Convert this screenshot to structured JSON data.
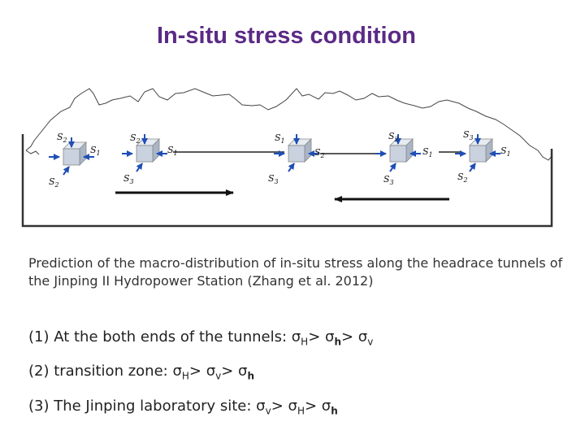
{
  "title": "In-situ stress condition",
  "caption": "Prediction of the macro-distribution of in-situ stress along the headrace tunnels of the Jinping II Hydropower Station (Zhang et al. 2012)",
  "conditions": [
    {
      "prefix": "(1) At the both ends of the tunnels: ",
      "terms": [
        {
          "sym": "σ",
          "sub": "H"
        },
        {
          "op": ">"
        },
        {
          "sym": "σ",
          "sub": "h",
          "bold": true
        },
        {
          "op": ">"
        },
        {
          "sym": "σ",
          "sub": "v"
        }
      ]
    },
    {
      "prefix": "(2) transition zone: ",
      "terms": [
        {
          "sym": "σ",
          "sub": "H"
        },
        {
          "op": ">"
        },
        {
          "sym": "σ",
          "sub": "v"
        },
        {
          "op": ">"
        },
        {
          "sym": "σ",
          "sub": "h",
          "bold": true
        }
      ]
    },
    {
      "prefix": "(3) The Jinping laboratory site: ",
      "terms": [
        {
          "sym": "σ",
          "sub": "v"
        },
        {
          "op": ">"
        },
        {
          "sym": "σ",
          "sub": "H"
        },
        {
          "op": ">"
        },
        {
          "sym": "σ",
          "sub": "h",
          "bold": true
        }
      ]
    }
  ],
  "stress_labels": {
    "s1": "S",
    "s2": "S",
    "s3": "S",
    "i1": "1",
    "i2": "2",
    "i3": "3"
  },
  "colors": {
    "title": "#5b2a86",
    "cube_front": "#c9d2de",
    "cube_top": "#e6ebf1",
    "cube_side": "#aab6c6",
    "arrow_blue": "#1f4fb5"
  }
}
